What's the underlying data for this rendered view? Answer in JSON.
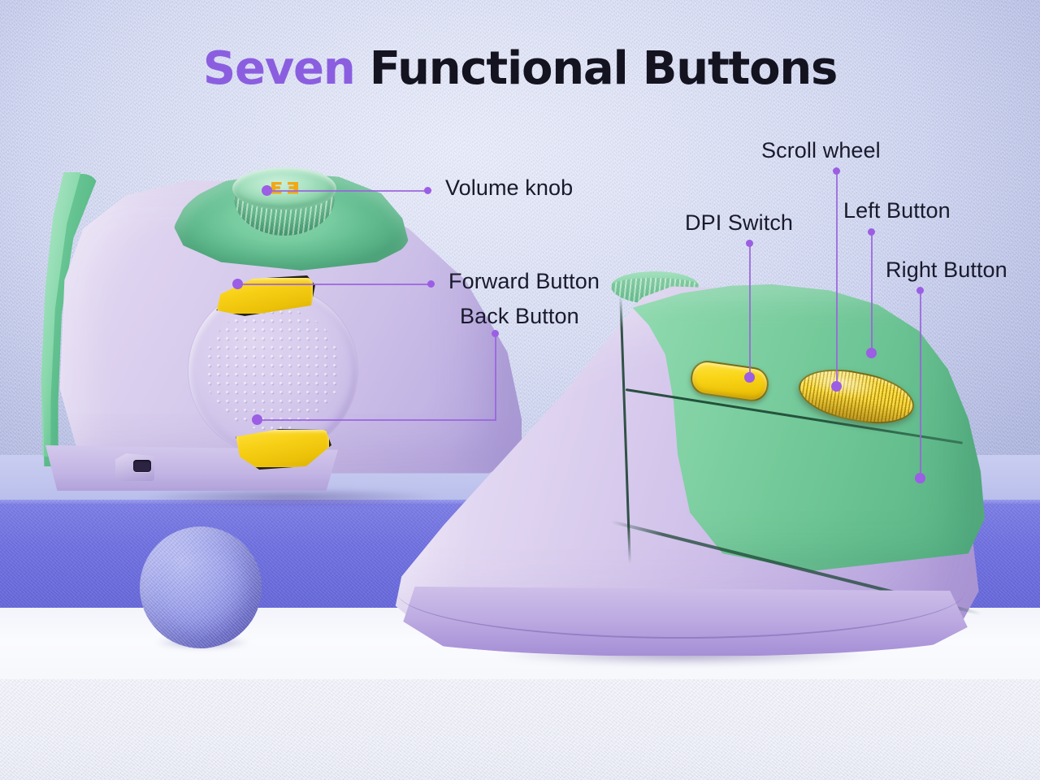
{
  "title": {
    "accent_word": "Seven",
    "rest": " Functional Buttons",
    "accent_color": "#8b5ee0",
    "text_color": "#141320"
  },
  "callouts": [
    {
      "id": "volume-knob",
      "label": "Volume knob"
    },
    {
      "id": "forward-button",
      "label": "Forward Button"
    },
    {
      "id": "back-button",
      "label": "Back Button"
    },
    {
      "id": "dpi-switch",
      "label": "DPI Switch"
    },
    {
      "id": "scroll-wheel",
      "label": "Scroll wheel"
    },
    {
      "id": "left-button",
      "label": "Left Button"
    },
    {
      "id": "right-button",
      "label": "Right Button"
    }
  ],
  "knob": {
    "glyph_name": "volume-double-chevron-glyph",
    "glyph_color": "#f0a818"
  },
  "palette": {
    "wall": "#d6dbf2",
    "riser": "#6f70df",
    "ledge": "#f7f8fc",
    "mouse_purple": "#cfc0e9",
    "mouse_green": "#77cb9c",
    "button_yellow": "#f7d016",
    "leader_line": "#9a63dd",
    "dot": "#9b5ee4",
    "sphere": "#8e92e4"
  },
  "product": {
    "left_view_name": "vertical-mouse-thumb-side-view",
    "right_view_name": "vertical-mouse-front-right-view",
    "sphere_prop_name": "decorative-sphere"
  }
}
